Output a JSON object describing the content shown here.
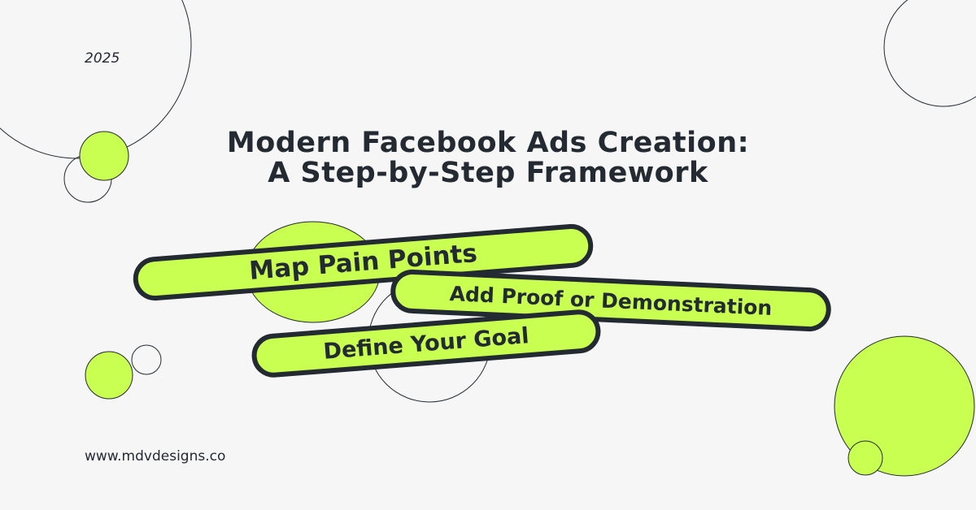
{
  "year": "2025",
  "title": {
    "line1": "Modern Facebook Ads Creation:",
    "line2": "A Step-by-Step Framework"
  },
  "steps": [
    "Map Pain Points",
    "Add Proof or Demonstration",
    "Define Your Goal"
  ],
  "website": "www.mdvdesigns.co",
  "colors": {
    "background": "#f6f6f6",
    "accent": "#c8ff50",
    "dark": "#232a32"
  }
}
